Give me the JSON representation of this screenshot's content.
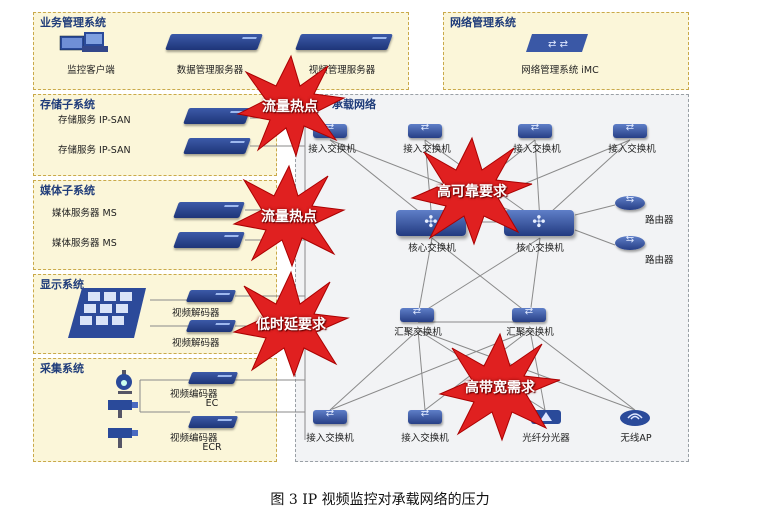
{
  "panels": {
    "business": "业务管理系统",
    "storage": "存储子系统",
    "media": "媒体子系统",
    "display": "显示系统",
    "capture": "采集系统",
    "netmgmt": "网络管理系统",
    "carrier": "承载网络"
  },
  "business": {
    "client": "监控客户端",
    "data_server": "数据管理服务器",
    "video_server": "视频管理服务器"
  },
  "storage": {
    "server1": "存储服务 IP-SAN",
    "server2": "存储服务 IP-SAN"
  },
  "media": {
    "server1": "媒体服务器 MS",
    "server2": "媒体服务器 MS"
  },
  "display": {
    "decoder1": "视频解码器",
    "decoder2": "视频解码器"
  },
  "capture": {
    "encoder1": "视频编码器",
    "encoder1_sub": "EC",
    "encoder2": "视频编码器",
    "encoder2_sub": "ECR"
  },
  "netmgmt": {
    "imc": "网络管理系统 iMC"
  },
  "network": {
    "access_top": [
      "接入交换机",
      "接入交换机",
      "接入交换机",
      "接入交换机"
    ],
    "core": [
      "核心交换机",
      "核心交换机"
    ],
    "routers": [
      "路由器",
      "路由器"
    ],
    "aggregation": [
      "汇聚交换机",
      "汇聚交换机"
    ],
    "bottom": [
      "接入交换机",
      "接入交换机",
      "光纤分光器",
      "无线AP"
    ]
  },
  "bursts": {
    "traffic1": "流量热点",
    "traffic2": "流量热点",
    "latency": "低时延要求",
    "reliability": "高可靠要求",
    "bandwidth": "高带宽需求"
  },
  "colors": {
    "panel_bg": "#fbf6d9",
    "panel_border": "#c9a94a",
    "burst_red": "#e02020",
    "device_blue": "#2a4a9a"
  },
  "caption": "图 3 IP 视频监控对承载网络的压力"
}
